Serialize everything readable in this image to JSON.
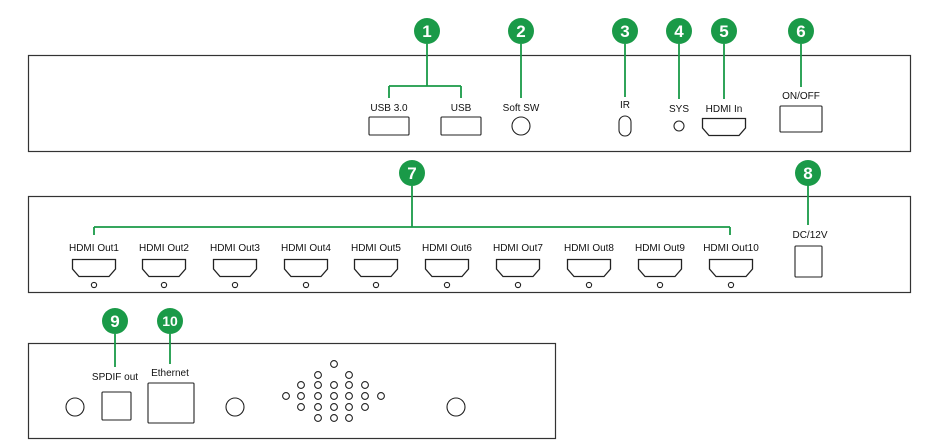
{
  "colors": {
    "accent": "#1a9a48",
    "badge_text": "#ffffff",
    "outline": "#333333"
  },
  "callouts": [
    "1",
    "2",
    "3",
    "4",
    "5",
    "6",
    "7",
    "8",
    "9",
    "10"
  ],
  "front_panel": {
    "usb3_label": "USB 3.0",
    "usb_label": "USB",
    "soft_sw_label": "Soft SW",
    "ir_label": "IR",
    "sys_label": "SYS",
    "hdmi_in_label": "HDMI In",
    "power_label": "ON/OFF"
  },
  "rear_panel": {
    "outputs": [
      "HDMI Out1",
      "HDMI Out2",
      "HDMI Out3",
      "HDMI Out4",
      "HDMI Out5",
      "HDMI Out6",
      "HDMI Out7",
      "HDMI Out8",
      "HDMI Out9",
      "HDMI Out10"
    ],
    "dc_label": "DC/12V"
  },
  "side_panel": {
    "spdif_label": "SPDIF out",
    "ethernet_label": "Ethernet"
  },
  "icons": {
    "hdmi_port": "hdmi-port-icon",
    "usb_port": "usb-port-icon",
    "led": "led-indicator-icon",
    "screw": "screw-hole-icon",
    "vent": "vent-hole-icon"
  }
}
